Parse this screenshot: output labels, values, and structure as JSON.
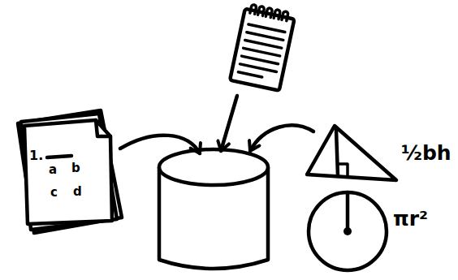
{
  "diagram": {
    "labels": [
      "1.",
      "a",
      "b",
      "c",
      "d",
      "½bh",
      "πr²"
    ]
  }
}
